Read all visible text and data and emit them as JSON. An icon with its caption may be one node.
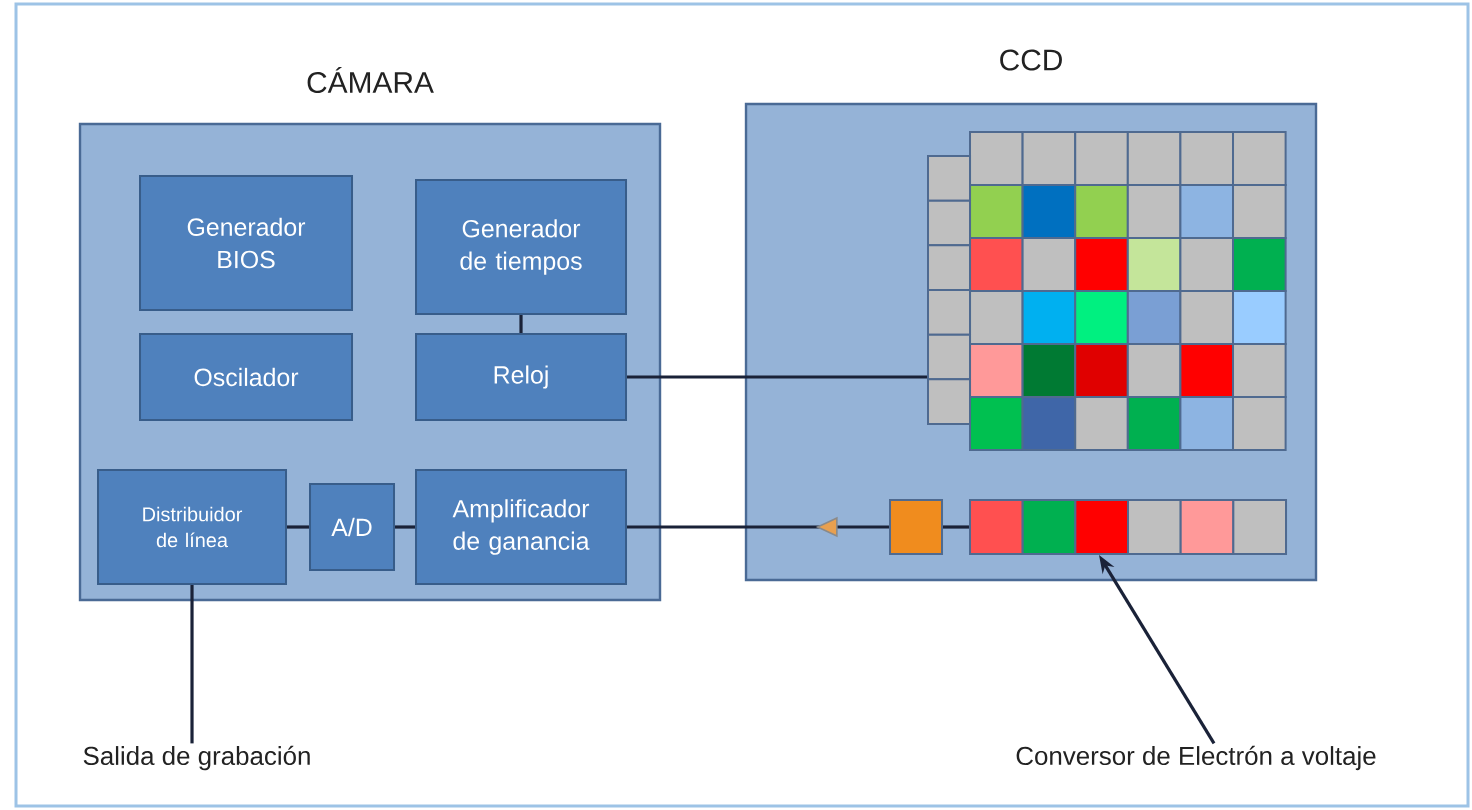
{
  "diagram": {
    "nodes": [
      {
        "text": [
          "CÁMARA"
        ]
      },
      {
        "text": [
          "Generador BIOS"
        ],
        "in": 0
      },
      {
        "text": [
          "Generador de tiempos"
        ],
        "in": 0
      },
      {
        "text": [
          "Oscilador"
        ],
        "in": 0
      },
      {
        "text": [
          "Reloj"
        ],
        "in": 0
      },
      {
        "text": [
          "Distribuidor de línea"
        ],
        "in": 0
      },
      {
        "text": [
          "A/D"
        ],
        "in": 0
      },
      {
        "text": [
          "Amplificador de ganancia"
        ],
        "in": 0
      },
      {
        "text": [
          "CCD"
        ]
      },
      {
        "text": [],
        "shape": "bar",
        "in": 8
      },
      {
        "text": [],
        "shape": "bar",
        "in": 8
      },
      {
        "text": [],
        "shape": "box",
        "in": 8
      },
      {
        "text": [
          "Salida de grabación"
        ]
      },
      {
        "text": [
          "Conversor de Electrón a voltaje"
        ]
      }
    ],
    "edges": [
      {
        "from": 2,
        "to": 4,
        "arrow": "none"
      },
      {
        "from": 4,
        "to": 9,
        "arrow": "none"
      },
      {
        "from": 5,
        "to": 6,
        "arrow": "none"
      },
      {
        "from": 6,
        "to": 7,
        "arrow": "none"
      },
      {
        "from": 11,
        "to": 7,
        "arrow": "to"
      },
      {
        "from": 10,
        "to": 11,
        "arrow": "none"
      },
      {
        "from": 5,
        "to": 12,
        "arrow": "none"
      },
      {
        "from": 13,
        "to": 10,
        "arrow": "to"
      }
    ]
  }
}
